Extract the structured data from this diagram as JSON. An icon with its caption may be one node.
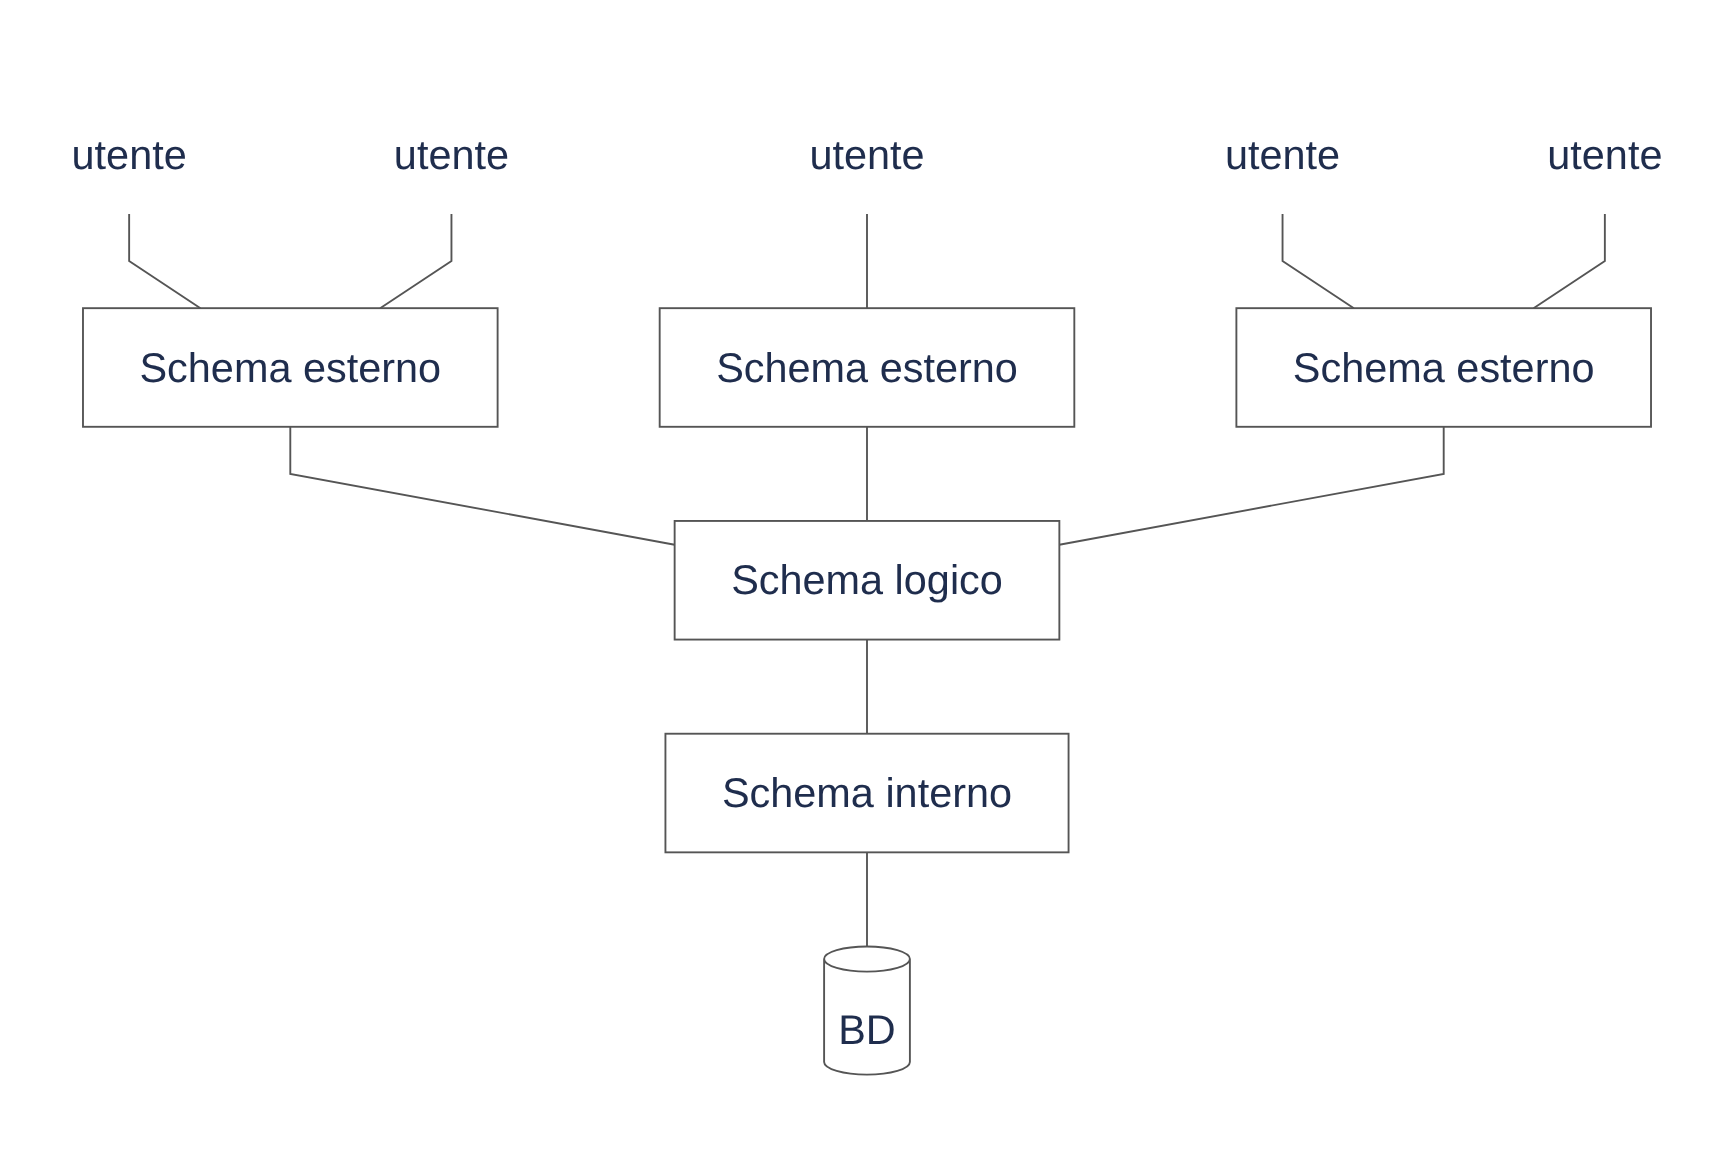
{
  "diagram": {
    "nodes": [
      {
        "text": [
          "utente"
        ]
      },
      {
        "text": [
          "utente"
        ]
      },
      {
        "text": [
          "utente"
        ]
      },
      {
        "text": [
          "utente"
        ]
      },
      {
        "text": [
          "utente"
        ]
      },
      {
        "text": [
          "Schema esterno"
        ]
      },
      {
        "text": [
          "Schema esterno"
        ]
      },
      {
        "text": [
          "Schema esterno"
        ]
      },
      {
        "text": [
          "Schema logico"
        ]
      },
      {
        "text": [
          "Schema interno"
        ]
      },
      {
        "text": [
          "BD"
        ]
      }
    ],
    "edges": [
      {
        "from": 0,
        "to": 5,
        "arrow": "none"
      },
      {
        "from": 1,
        "to": 5,
        "arrow": "none"
      },
      {
        "from": 2,
        "to": 6,
        "arrow": "none"
      },
      {
        "from": 3,
        "to": 7,
        "arrow": "none"
      },
      {
        "from": 4,
        "to": 7,
        "arrow": "none"
      },
      {
        "from": 5,
        "to": 8,
        "arrow": "none"
      },
      {
        "from": 6,
        "to": 8,
        "arrow": "none"
      },
      {
        "from": 7,
        "to": 8,
        "arrow": "none"
      },
      {
        "from": 8,
        "to": 9,
        "arrow": "none"
      },
      {
        "from": 9,
        "to": 10,
        "arrow": "none"
      }
    ]
  }
}
